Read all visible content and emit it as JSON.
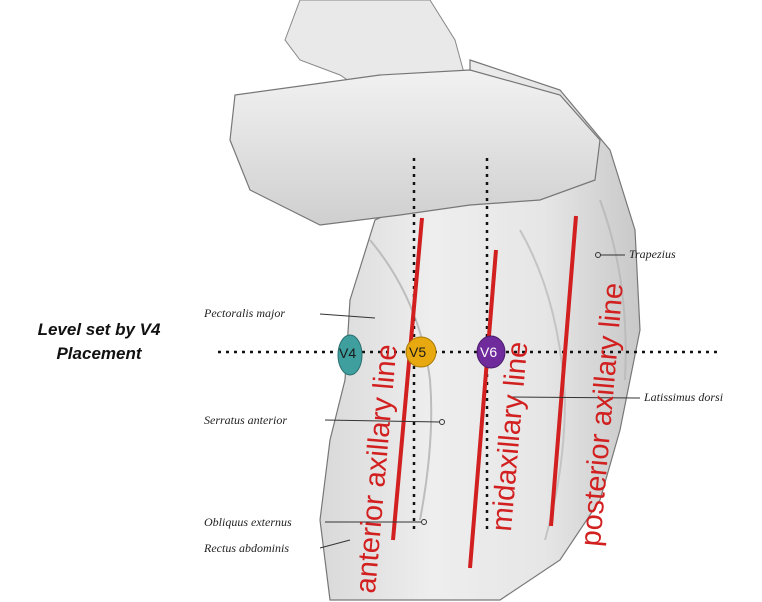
{
  "caption": {
    "line1": "Level set by V4",
    "line2": "Placement"
  },
  "electrodes": [
    {
      "label": "V4",
      "color": "#3f9e9e"
    },
    {
      "label": "V5",
      "color": "#e7a90f"
    },
    {
      "label": "V6",
      "color": "#6f2a9c"
    }
  ],
  "axillary_lines": {
    "anterior": "anterior axillary line",
    "mid": "midaxillary line",
    "posterior": "posterior axillary line"
  },
  "anatomy_labels": {
    "trapezius": "Trapezius",
    "pectoralis_major": "Pectoralis major",
    "latissimus_dorsi": "Latissimus dorsi",
    "serratus_anterior": "Serratus anterior",
    "obliquus_externus": "Obliquus externus",
    "rectus_abdominis": "Rectus abdominis"
  },
  "colors": {
    "line_red": "#d21f1f",
    "dotted_guide": "#111111"
  }
}
